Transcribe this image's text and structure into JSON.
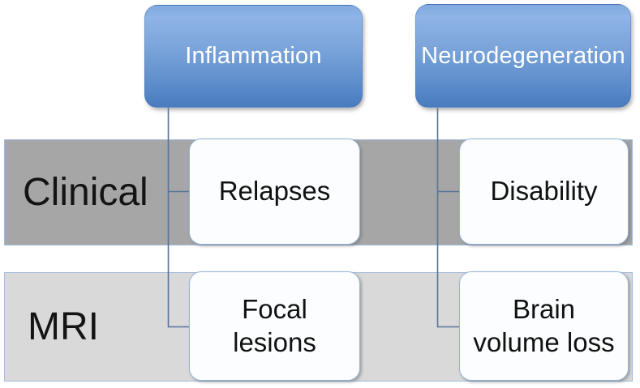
{
  "diagram": {
    "columns": [
      {
        "id": "inflammation",
        "label": "Inflammation"
      },
      {
        "id": "neurodegeneration",
        "label": "Neurodegeneration"
      }
    ],
    "rows": [
      {
        "id": "clinical",
        "label": "Clinical",
        "cells": [
          {
            "id": "relapses",
            "lines": [
              "Relapses"
            ]
          },
          {
            "id": "disability",
            "lines": [
              "Disability"
            ]
          }
        ]
      },
      {
        "id": "mri",
        "label": "MRI",
        "cells": [
          {
            "id": "focal-lesions",
            "lines": [
              "Focal",
              "lesions"
            ]
          },
          {
            "id": "brain-volume-loss",
            "lines": [
              "Brain",
              "volume loss"
            ]
          }
        ]
      }
    ],
    "colors": {
      "column_box_gradient_top": "#8fb4e6",
      "column_box_gradient_bottom": "#4a7cbe",
      "column_text": "#ffffff",
      "row_clinical_bg": "#a6a6a6",
      "row_mri_bg": "#d9d9d9",
      "band_border": "#a3bbd8",
      "cell_bg": "#fbfdfe",
      "cell_border": "#95b3d7",
      "connector": "#587396",
      "text": "#111111"
    }
  }
}
